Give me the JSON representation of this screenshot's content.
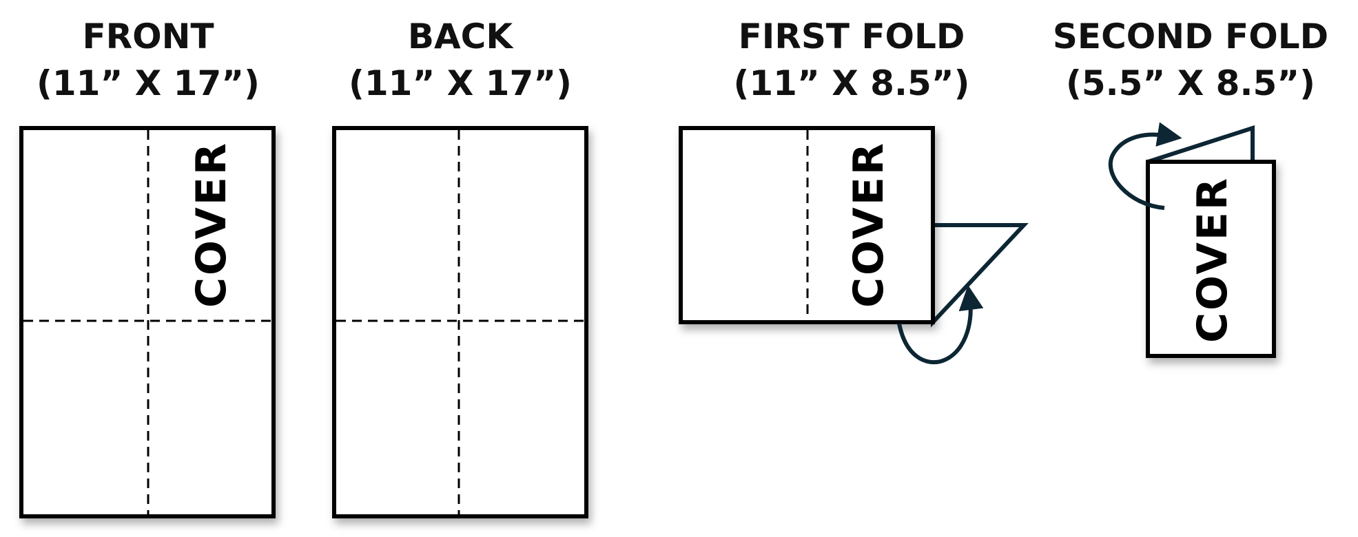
{
  "panels": [
    {
      "title": "FRONT",
      "size": "(11” X 17”)",
      "label": "COVER"
    },
    {
      "title": "BACK",
      "size": "(11” X 17”)"
    },
    {
      "title": "FIRST FOLD",
      "size": "(11” X 8.5”)",
      "label": "COVER"
    },
    {
      "title": "SECOND FOLD",
      "size": "(5.5” X 8.5”)",
      "label": "COVER"
    }
  ],
  "colors": {
    "line": "#000000",
    "arrow": "#0d2633"
  }
}
